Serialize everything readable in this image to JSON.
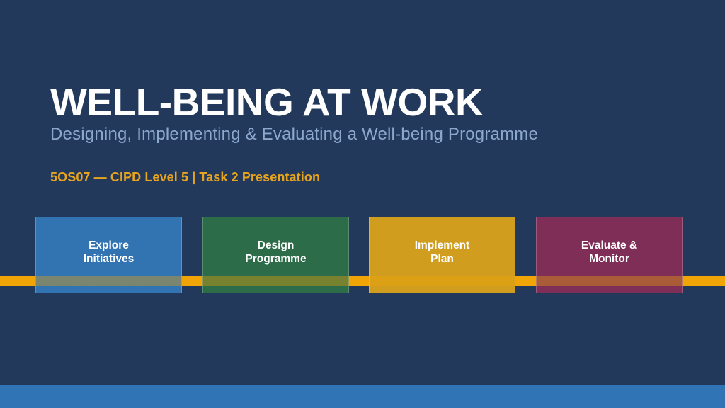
{
  "slide": {
    "title": "WELL-BEING AT WORK",
    "subtitle": "Designing, Implementing & Evaluating a Well-being Programme",
    "kicker": "5OS07 — CIPD Level 5 | Task 2 Presentation",
    "process": {
      "timeline_color": "#f0a405",
      "stripe_overlay": "rgba(240,164,5,0.38)",
      "steps": [
        {
          "label": "Explore\nInitiatives",
          "color": "#3273b2"
        },
        {
          "label": "Design\nProgramme",
          "color": "#2d6c49"
        },
        {
          "label": "Implement\nPlan",
          "color": "#d09d1f"
        },
        {
          "label": "Evaluate &\nMonitor",
          "color": "#7f2e57"
        }
      ]
    },
    "colors": {
      "background": "#22395c",
      "title_text": "#ffffff",
      "subtitle_text": "#8da8cd",
      "kicker_text": "#e7a41d",
      "footer_bar": "#3074b6"
    }
  }
}
